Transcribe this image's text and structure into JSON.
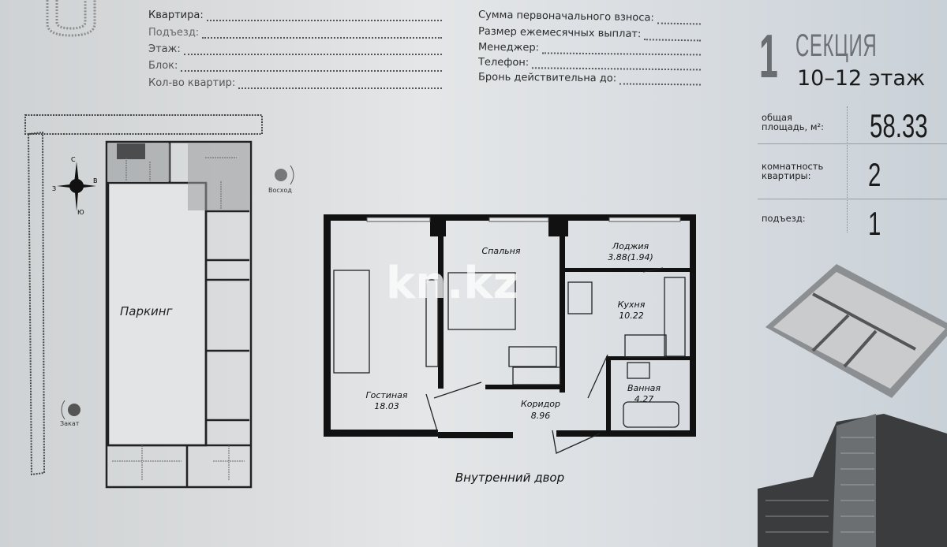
{
  "form": {
    "left_fields": [
      "Квартира:",
      "Подъезд:",
      "Этаж:",
      "Блок:",
      "Кол-во квартир:"
    ],
    "right_fields": [
      "Сумма первоначального взноса:",
      "Размер ежемесячных выплат:",
      "Менеджер:",
      "Телефон:",
      "Бронь действительна до:"
    ]
  },
  "section": {
    "number": "1",
    "label": "СЕКЦИЯ",
    "floors": "10–12 этаж"
  },
  "specs": [
    {
      "label": "общая площадь, м²:",
      "value": "58.33"
    },
    {
      "label": "комнатность квартиры:",
      "value": "2"
    },
    {
      "label": "подъезд:",
      "value": "1"
    }
  ],
  "site_plan": {
    "parking": "Паркинг",
    "sunrise": "Восход",
    "sunset": "Закат",
    "compass": {
      "n": "С",
      "s": "Ю",
      "w": "З",
      "e": "В"
    }
  },
  "floor_plan": {
    "rooms": [
      {
        "name": "Спальня",
        "area": ""
      },
      {
        "name": "Лоджия",
        "area": "3.88(1.94)"
      },
      {
        "name": "Кухня",
        "area": "10.22"
      },
      {
        "name": "Гостиная",
        "area": "18.03"
      },
      {
        "name": "Коридор",
        "area": "8.96"
      },
      {
        "name": "Ванная",
        "area": "4.27"
      }
    ],
    "courtyard": "Внутренний двор"
  },
  "watermark": "kn.kz",
  "colors": {
    "wall": "#111111",
    "paper": "#dcdedf",
    "hatch": "#8a8d90"
  }
}
